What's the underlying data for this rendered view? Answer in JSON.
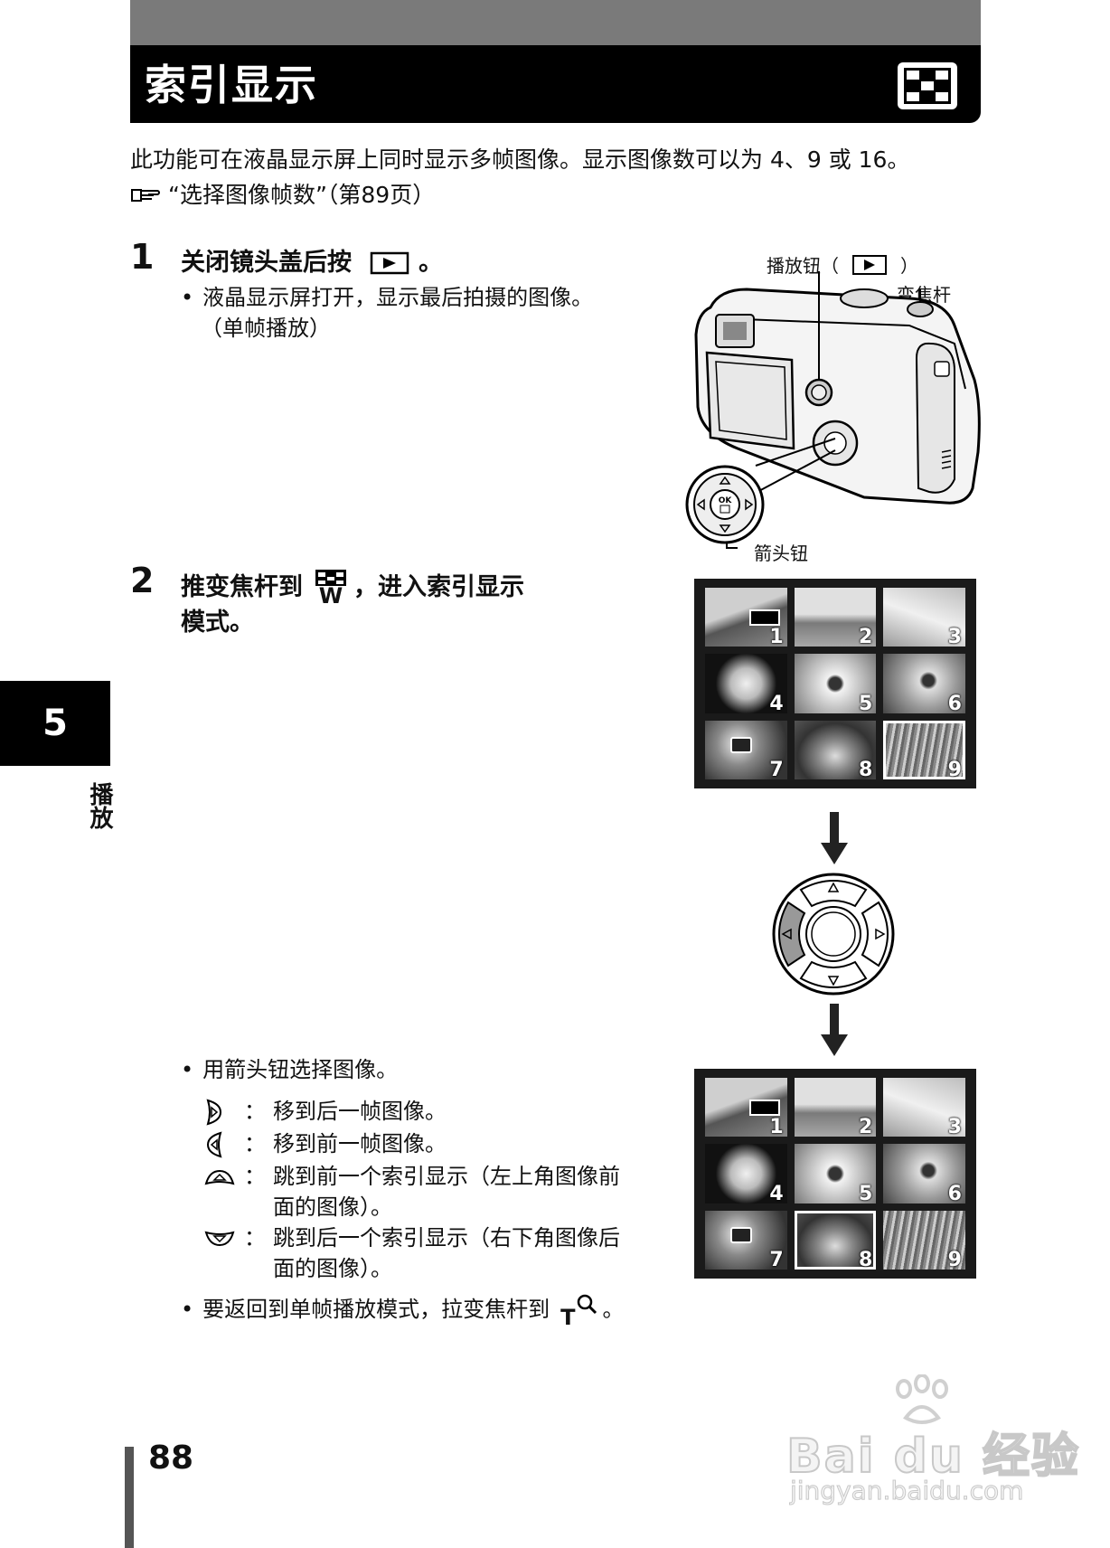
{
  "header": {
    "title": "索引显示",
    "title_icon": "index-grid-icon"
  },
  "intro": {
    "text": "此功能可在液晶显示屏上同时显示多帧图像。显示图像数可以为 4、9 或 16。",
    "reference": "“选择图像帧数”（第89页）",
    "reference_icon": "pointing-hand-icon"
  },
  "step1": {
    "number": "1",
    "text_before": "关闭镜头盖后按",
    "text_after": "。",
    "button_icon": "playback-icon",
    "bullet": "液晶显示屏打开，显示最后拍摄的图像。",
    "bullet_cont": "（单帧播放）"
  },
  "camera_diagram": {
    "label_play_before": "播放钮（",
    "label_play_after": "）",
    "label_zoom": "变焦杆",
    "label_arrow": "箭头钮",
    "ok_label": "OK"
  },
  "step2": {
    "number": "2",
    "text_before": "推变焦杆到",
    "w_label": "W",
    "text_after": "，进入索引显示",
    "text_line2": "模式。"
  },
  "thumbs_top": {
    "numbers": [
      "1",
      "2",
      "3",
      "4",
      "5",
      "6",
      "7",
      "8",
      "9"
    ],
    "selected": "9"
  },
  "thumbs_bottom": {
    "numbers": [
      "1",
      "2",
      "3",
      "4",
      "5",
      "6",
      "7",
      "8",
      "9"
    ],
    "selected": "8"
  },
  "instructions": {
    "bullet1": "用箭头钮选择图像。",
    "items": [
      {
        "icon": "arrow-right-icon",
        "sep": "：",
        "text": "移到后一帧图像。",
        "cont": ""
      },
      {
        "icon": "arrow-left-icon",
        "sep": "：",
        "text": "移到前一帧图像。",
        "cont": ""
      },
      {
        "icon": "arrow-up-icon",
        "sep": "：",
        "text": "跳到前一个索引显示（左上角图像前",
        "cont": "面的图像）。"
      },
      {
        "icon": "arrow-down-icon",
        "sep": "：",
        "text": "跳到后一个索引显示（右下角图像后",
        "cont": "面的图像）。"
      }
    ],
    "bullet2_before": "要返回到单帧播放模式，拉变焦杆到",
    "t_label": "T",
    "bullet2_after": "。"
  },
  "sidebar": {
    "chapter": "5",
    "label": "播放"
  },
  "footer": {
    "page_number": "88"
  },
  "watermark": {
    "brand": "Bai du 经验",
    "url": "jingyan.baidu.com"
  }
}
